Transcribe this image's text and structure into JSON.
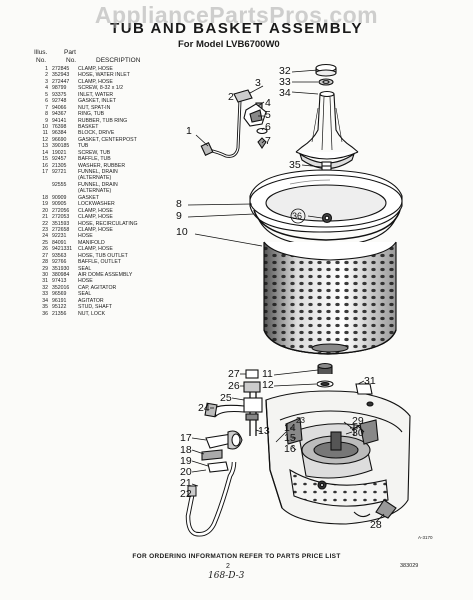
{
  "watermark": "AppliancePartsPros.com",
  "title": "TUB AND BASKET ASSEMBLY",
  "subtitle": "For Model LVB6700W0",
  "parts_list": {
    "header_illus": "Illus.",
    "header_part": "Part",
    "header_no1": "No.",
    "header_no2": "No.",
    "header_desc": "DESCRIPTION",
    "rows": [
      {
        "num": "1",
        "part": "272845",
        "desc": "CLAMP, HOSE"
      },
      {
        "num": "2",
        "part": "352943",
        "desc": "HOSE, WATER INLET"
      },
      {
        "num": "3",
        "part": "272447",
        "desc": "CLAMP, HOSE"
      },
      {
        "num": "4",
        "part": "98799",
        "desc": "SCREW, 8-32 x 1/2"
      },
      {
        "num": "5",
        "part": "93375",
        "desc": "INLET, WATER"
      },
      {
        "num": "6",
        "part": "92748",
        "desc": "GASKET, INLET"
      },
      {
        "num": "7",
        "part": "94066",
        "desc": "NUT, SPAT-IN"
      },
      {
        "num": "8",
        "part": "94367",
        "desc": "RING, TUB"
      },
      {
        "num": "9",
        "part": "94141",
        "desc": "RUBBER, TUB RING"
      },
      {
        "num": "10",
        "part": "76398",
        "desc": "BASKET"
      },
      {
        "num": "11",
        "part": "96384",
        "desc": "BLOCK, DRIVE"
      },
      {
        "num": "12",
        "part": "96690",
        "desc": "GASKET, CENTERPOST"
      },
      {
        "num": "13",
        "part": "390185",
        "desc": "TUB"
      },
      {
        "num": "14",
        "part": "19021",
        "desc": "SCREW, TUB"
      },
      {
        "num": "15",
        "part": "92457",
        "desc": "BAFFLE, TUB"
      },
      {
        "num": "16",
        "part": "21305",
        "desc": "WASHER, RUBBER"
      },
      {
        "num": "17",
        "part": "92721",
        "desc": "FUNNEL, DRAIN"
      },
      {
        "num": "",
        "part": "",
        "desc": "(ALTERNATE)"
      },
      {
        "num": "",
        "part": "92555",
        "desc": "FUNNEL, DRAIN"
      },
      {
        "num": "",
        "part": "",
        "desc": "(ALTERNATE)"
      },
      {
        "num": "18",
        "part": "90909",
        "desc": "GASKET"
      },
      {
        "num": "19",
        "part": "90905",
        "desc": "LOCKWASHER"
      },
      {
        "num": "20",
        "part": "272056",
        "desc": "CLAMP, HOSE"
      },
      {
        "num": "21",
        "part": "272053",
        "desc": "CLAMP, HOSE"
      },
      {
        "num": "22",
        "part": "351593",
        "desc": "HOSE, RECIRCULATING"
      },
      {
        "num": "23",
        "part": "272658",
        "desc": "CLAMP, HOSE"
      },
      {
        "num": "24",
        "part": "92231",
        "desc": "HOSE"
      },
      {
        "num": "25",
        "part": "84091",
        "desc": "MANIFOLD"
      },
      {
        "num": "26",
        "part": "9421331",
        "desc": "CLAMP, HOSE"
      },
      {
        "num": "27",
        "part": "93563",
        "desc": "HOSE, TUB OUTLET"
      },
      {
        "num": "28",
        "part": "92766",
        "desc": "BAFFLE, OUTLET"
      },
      {
        "num": "29",
        "part": "351930",
        "desc": "SEAL"
      },
      {
        "num": "30",
        "part": "380984",
        "desc": "AIR DOME ASSEMBLY"
      },
      {
        "num": "31",
        "part": "97413",
        "desc": "HOSE"
      },
      {
        "num": "32",
        "part": "352016",
        "desc": "CAP, AGITATOR"
      },
      {
        "num": "33",
        "part": "96569",
        "desc": "SEAL"
      },
      {
        "num": "34",
        "part": "96191",
        "desc": "AGITATOR"
      },
      {
        "num": "35",
        "part": "95122",
        "desc": "STUD, SHAFT"
      },
      {
        "num": "36",
        "part": "21356",
        "desc": "NUT, LOCK"
      }
    ]
  },
  "callouts": {
    "c1": "1",
    "c2": "2",
    "c3": "3",
    "c4": "4",
    "c5": "5",
    "c6": "6",
    "c7": "7",
    "c8": "8",
    "c9": "9",
    "c10": "10",
    "c11": "11",
    "c12": "12",
    "c13": "13",
    "c14": "14",
    "c15": "15",
    "c16": "16",
    "c17": "17",
    "c18": "18",
    "c19": "19",
    "c20": "20",
    "c21": "21",
    "c22": "22",
    "c23": "23",
    "c24": "24",
    "c25": "25",
    "c26": "26",
    "c27": "27",
    "c28": "28",
    "c29": "29",
    "c30": "30",
    "c31": "31",
    "c32": "32",
    "c33": "33",
    "c34": "34",
    "c35": "35",
    "c36": "36"
  },
  "footer": "FOR ORDERING INFORMATION REFER TO PARTS PRICE LIST",
  "page_number": "2",
  "handwritten_note": "168-D-3",
  "doc_number": "383029",
  "small_code": "A-3170"
}
